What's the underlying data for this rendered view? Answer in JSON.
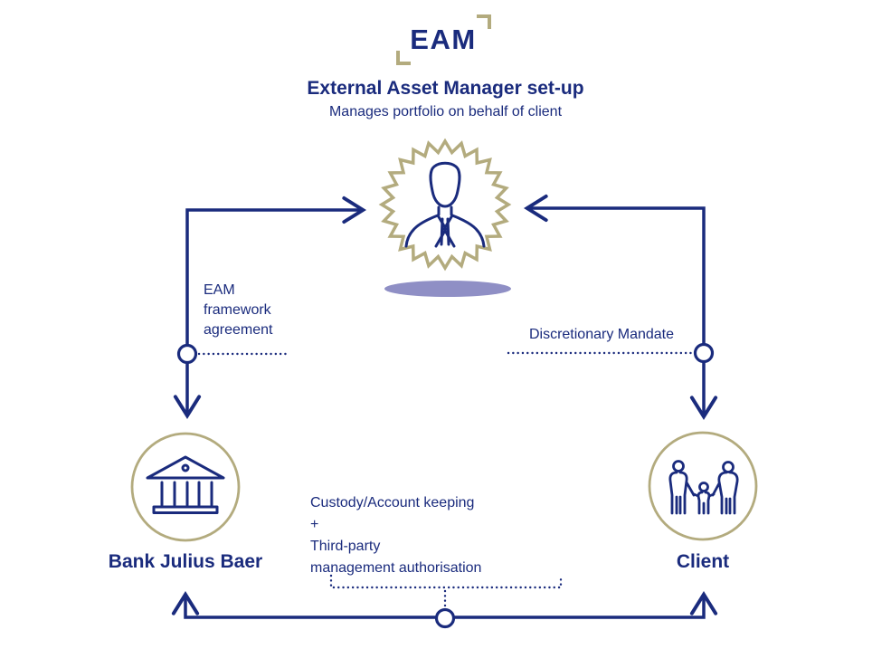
{
  "header": {
    "logo_text": "EAM",
    "title": "External Asset Manager set-up",
    "subtitle": "Manages portfolio on behalf of client"
  },
  "diagram": {
    "nodes": {
      "bank": {
        "label": "Bank Julius Baer",
        "icon": "bank-icon"
      },
      "client": {
        "label": "Client",
        "icon": "family-icon"
      },
      "eam": {
        "icon": "businessman-icon"
      }
    },
    "connections": {
      "bank_eam": {
        "label_lines": [
          "EAM",
          "framework",
          "agreement"
        ]
      },
      "client_eam": {
        "label": "Discretionary Mandate"
      },
      "bank_client": {
        "label_lines": [
          "Custody/Account keeping",
          "+",
          "Third-party",
          "management authorisation"
        ]
      }
    }
  },
  "colors": {
    "navy": "#1a2b7d",
    "gold": "#b3ab7e",
    "purple": "#8f8fc5",
    "bg": "#ffffff"
  }
}
